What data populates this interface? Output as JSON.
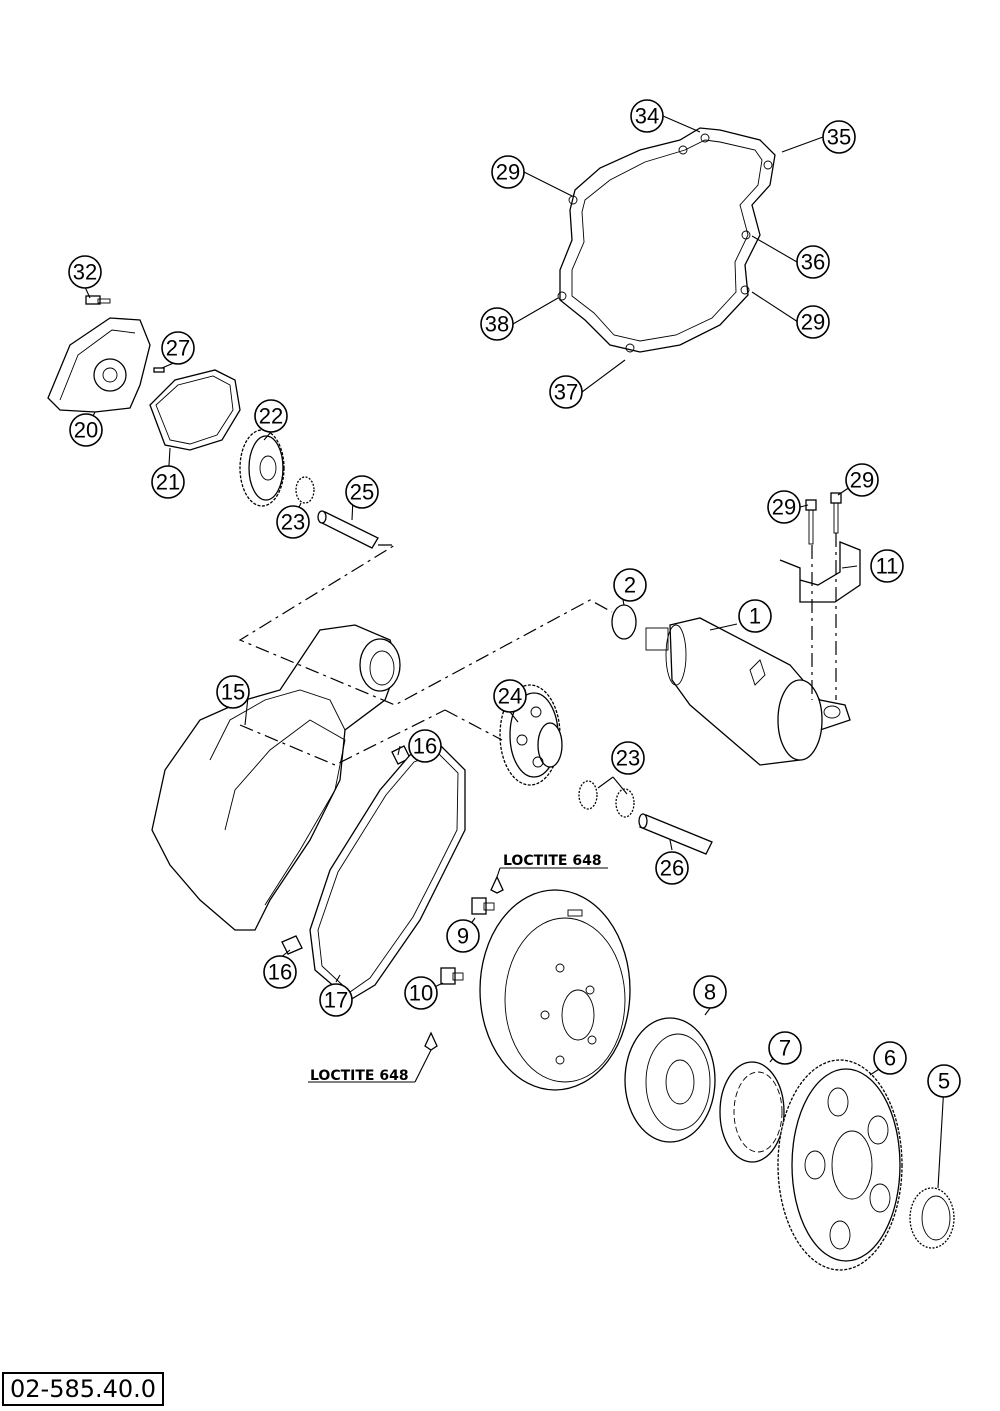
{
  "drawing_code": "02-585.40.0",
  "note_label": "LOCTITE 648",
  "callouts": [
    "1",
    "2",
    "5",
    "6",
    "7",
    "8",
    "9",
    "10",
    "11",
    "15",
    "16",
    "16",
    "17",
    "20",
    "21",
    "22",
    "23",
    "23",
    "24",
    "25",
    "26",
    "27",
    "29",
    "29",
    "29",
    "29",
    "32",
    "34",
    "35",
    "36",
    "37",
    "38"
  ]
}
